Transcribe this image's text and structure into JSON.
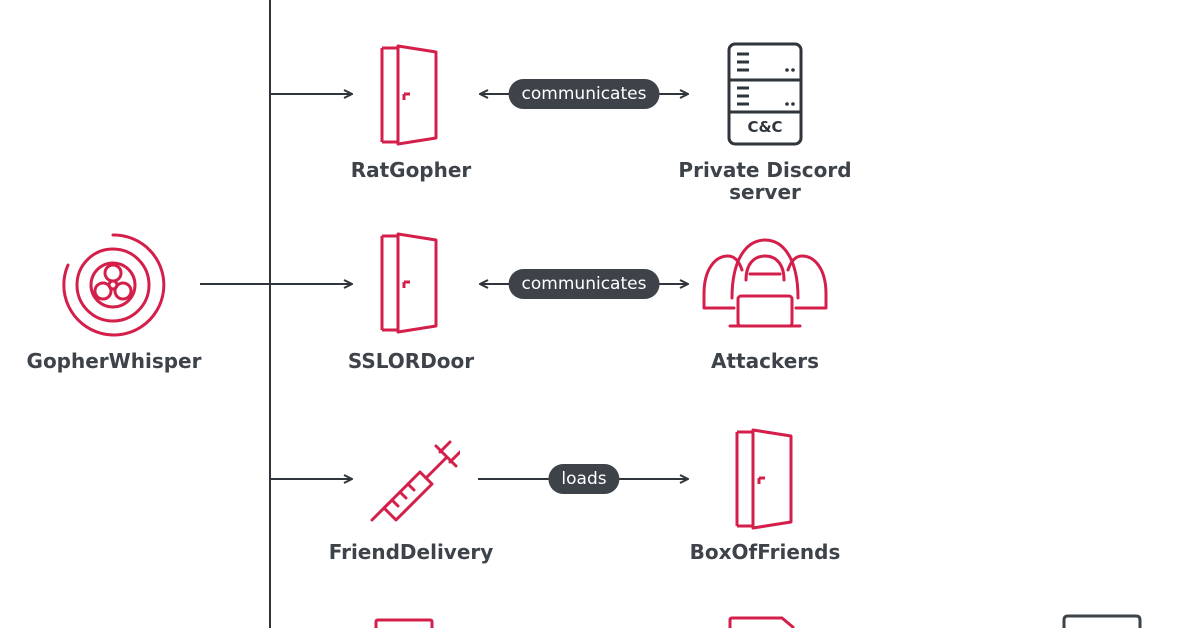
{
  "nodes": {
    "root": "GopherWhisper",
    "rat_gopher": "RatGopher",
    "discord": [
      "Private Discord",
      "server"
    ],
    "cc_badge": "C&C",
    "sslordoor": "SSLORDoor",
    "attackers": "Attackers",
    "friend_delivery": "FriendDelivery",
    "box_of_friends": "BoxOfFriends"
  },
  "edges": {
    "edge1": "communicates",
    "edge2": "communicates",
    "edge3": "loads"
  },
  "colors": {
    "accent": "#d41f4b",
    "dark": "#3d4349",
    "line": "#2f353b"
  }
}
